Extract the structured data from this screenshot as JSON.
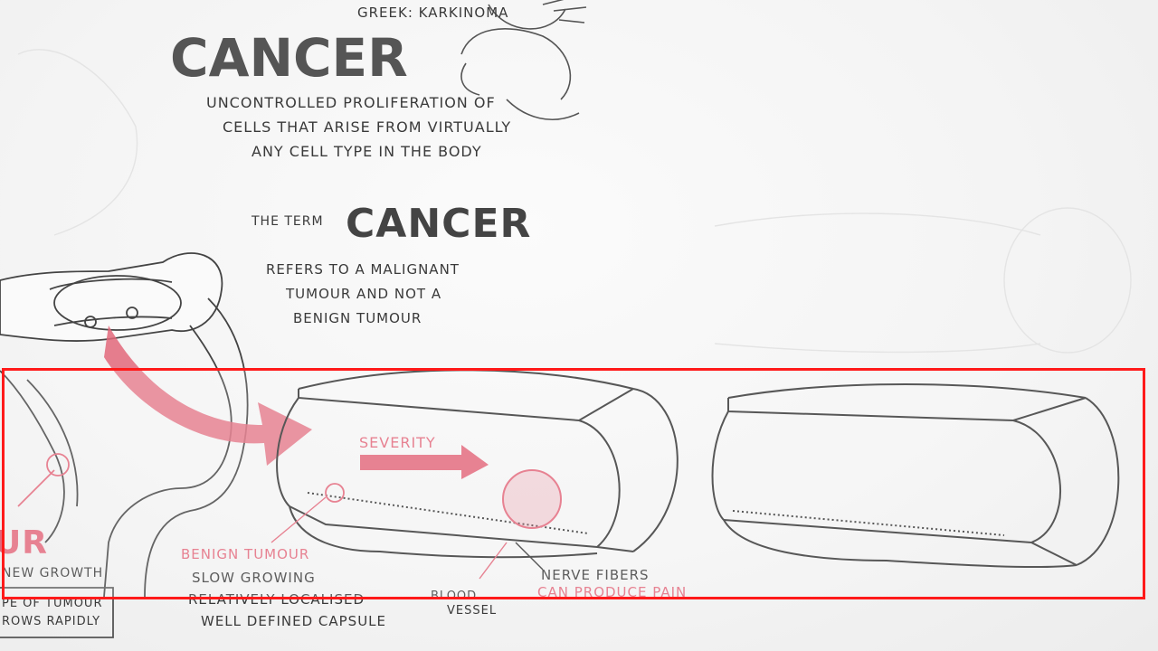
{
  "greek_label": "GREEK: KARKINOMA",
  "title": "CANCER",
  "definition_lines": [
    "UNCONTROLLED PROLIFERATION OF",
    "CELLS THAT ARISE FROM VIRTUALLY",
    "ANY CELL TYPE IN THE BODY"
  ],
  "term_prefix": "THE TERM",
  "term_word": "CANCER",
  "refers_lines": [
    "REFERS TO A MALIGNANT",
    "TUMOUR AND NOT A",
    "BENIGN TUMOUR"
  ],
  "severity_label": "SEVERITY",
  "benign_title": "BENIGN TUMOUR",
  "benign_lines": [
    "SLOW GROWING",
    "RELATIVELY LOCALISED",
    "WELL DEFINED CAPSULE"
  ],
  "blood_vessel_lines": [
    "BLOOD",
    "VESSEL"
  ],
  "nerve_fibers": "NERVE FIBERS",
  "can_produce_pain": "CAN PRODUCE PAIN",
  "left_partial_red": "UR",
  "left_new_growth": "NEW GROWTH",
  "left_type_lines": [
    "PE OF TUMOUR",
    "ROWS RAPIDLY"
  ],
  "colors": {
    "highlight": "#ff1a1a",
    "accent_red": "#e2677a",
    "ink": "#3a3a3a"
  }
}
